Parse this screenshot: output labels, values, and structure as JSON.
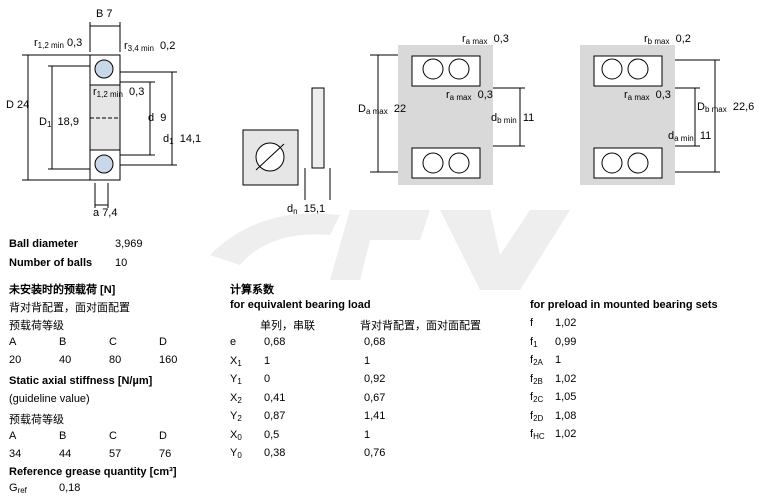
{
  "drawing": {
    "b": "B",
    "b_val": "7",
    "r12": "r",
    "r12_sub": "1,2 min",
    "r12_val": "0,3",
    "r34": "r",
    "r34_sub": "3,4 min",
    "r34_val": "0,2",
    "D": "D",
    "D_val": "24",
    "D1": "D",
    "D1_sub": "1",
    "D1_val": "18,9",
    "r12b": "r",
    "r12b_sub": "1,2 min",
    "r12b_val": "0,3",
    "d": "d",
    "d_val": "9",
    "d1": "d",
    "d1_sub": "1",
    "d1_val": "14,1",
    "a": "a",
    "a_val": "7,4",
    "dn": "d",
    "dn_sub": "n",
    "dn_val": "15,1",
    "ramax1": "r",
    "ramax1_sub": "a max",
    "ramax1_val": "0,3",
    "Da": "D",
    "Da_sub": "a max",
    "Da_val": "22",
    "ramax2": "r",
    "ramax2_sub": "a max",
    "ramax2_val": "0,3",
    "db": "d",
    "db_sub": "b min",
    "db_val": "11",
    "rbmax": "r",
    "rbmax_sub": "b max",
    "rbmax_val": "0,2",
    "ramax3": "r",
    "ramax3_sub": "a max",
    "ramax3_val": "0,3",
    "Db": "D",
    "Db_sub": "b max",
    "Db_val": "22,6",
    "da": "d",
    "da_sub": "a min",
    "da_val": "11"
  },
  "left": {
    "ball_diameter_label": "Ball diameter",
    "ball_diameter": "3,969",
    "number_of_balls_label": "Number of balls",
    "number_of_balls": "10",
    "preload_heading": "未安装时的预载荷 [N]",
    "arrangement": "背对背配置，面对面配置",
    "class_label": "预载荷等级",
    "classes": [
      "A",
      "B",
      "C",
      "D"
    ],
    "preload_values": [
      "20",
      "40",
      "80",
      "160"
    ],
    "stiffness_heading": "Static axial stiffness [N/µm]",
    "guideline": "(guideline value)",
    "class_label2": "预载荷等级",
    "classes2": [
      "A",
      "B",
      "C",
      "D"
    ],
    "stiffness_values": [
      "34",
      "44",
      "57",
      "76"
    ],
    "grease_heading": "Reference grease quantity [cm³]",
    "gref": "G",
    "gref_sub": "ref",
    "gref_val": "0,18"
  },
  "middle": {
    "heading": "计算系数",
    "subheading": "for equivalent bearing load",
    "col1": "单列，串联",
    "col2": "背对背配置，面对面配置",
    "rows": [
      {
        "sym": "e",
        "sub": "",
        "v1": "0,68",
        "v2": "0,68"
      },
      {
        "sym": "X",
        "sub": "1",
        "v1": "1",
        "v2": "1"
      },
      {
        "sym": "Y",
        "sub": "1",
        "v1": "0",
        "v2": "0,92"
      },
      {
        "sym": "X",
        "sub": "2",
        "v1": "0,41",
        "v2": "0,67"
      },
      {
        "sym": "Y",
        "sub": "2",
        "v1": "0,87",
        "v2": "1,41"
      },
      {
        "sym": "X",
        "sub": "0",
        "v1": "0,5",
        "v2": "1"
      },
      {
        "sym": "Y",
        "sub": "0",
        "v1": "0,38",
        "v2": "0,76"
      }
    ]
  },
  "right": {
    "heading": "for preload in mounted bearing sets",
    "rows": [
      {
        "sym": "f",
        "sub": "",
        "v": "1,02"
      },
      {
        "sym": "f",
        "sub": "1",
        "v": "0,99"
      },
      {
        "sym": "f",
        "sub": "2A",
        "v": "1"
      },
      {
        "sym": "f",
        "sub": "2B",
        "v": "1,02"
      },
      {
        "sym": "f",
        "sub": "2C",
        "v": "1,05"
      },
      {
        "sym": "f",
        "sub": "2D",
        "v": "1,08"
      },
      {
        "sym": "f",
        "sub": "HC",
        "v": "1,02"
      }
    ]
  },
  "colors": {
    "line": "#000000",
    "shade": "#d9d9d9",
    "ball": "#c8d8e8"
  }
}
